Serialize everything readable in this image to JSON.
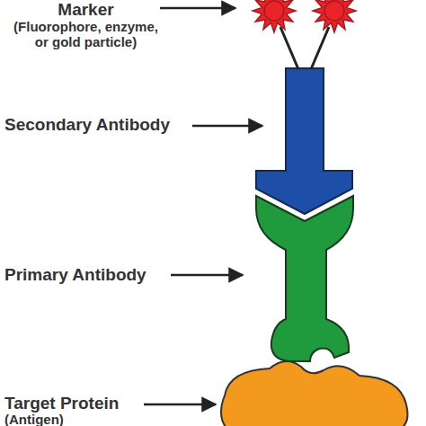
{
  "diagram": {
    "labels": [
      "Marker",
      "(Fluorophore, enzyme, or gold particle)",
      "Secondary Antibody",
      "Primary Antibody",
      "Target Protein",
      "(Antigen)"
    ]
  }
}
